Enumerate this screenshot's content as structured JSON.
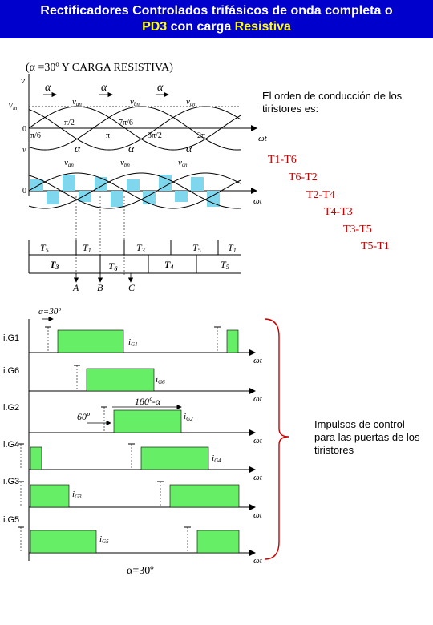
{
  "title": {
    "line1": "Rectificadores Controlados trifásicos de onda completa o",
    "line2_pre": "PD3",
    "line2_mid": " con carga ",
    "line2_post": "Resistiva"
  },
  "waveform": {
    "heading": "(α =30º Y  CARGA RESISTIVA)",
    "axis_v": "v",
    "vm_label": "V",
    "vm_sub": "m",
    "zero": "0",
    "wt": "ωt",
    "alpha": "α",
    "phase_top": [
      "v",
      "v",
      "v"
    ],
    "phase_top_sub": [
      "an",
      "bn",
      "cn"
    ],
    "phase_bottom": [
      "v",
      "v",
      "v"
    ],
    "phase_bottom_sub": [
      "an",
      "bn",
      "cn"
    ],
    "ticks": [
      "π/6",
      "π/2",
      "π",
      "7π/6",
      "3π/2",
      "2π"
    ]
  },
  "conduction": {
    "upper": [
      "T",
      "T",
      "T",
      "T",
      "T"
    ],
    "upper_sub": [
      "5",
      "1",
      "3",
      "5",
      "1"
    ],
    "lower": [
      "T",
      "T",
      "T",
      "T"
    ],
    "lower_sub": [
      "3",
      "6",
      "4",
      "5"
    ],
    "points": [
      "A",
      "B",
      "C"
    ],
    "alpha_label": "α=30º"
  },
  "pulses": {
    "rows": [
      "i.G1",
      "i.G6",
      "i.G2",
      "i.G4",
      "i.G3",
      "i.G5"
    ],
    "labels": [
      "i",
      "i",
      "i",
      "i",
      "i",
      "i"
    ],
    "labels_sub": [
      "G1",
      "G6",
      "G2",
      "G4",
      "G3",
      "G5"
    ],
    "angle_180": "180º-α",
    "angle_60": "60º",
    "alpha_bottom": "α=30º",
    "color": "#66ee66"
  },
  "notes": {
    "order": "El orden de conducción de los tiristores es:",
    "sequence": [
      "T1-T6",
      "T6-T2",
      "T2-T4",
      "T4-T3",
      "T3-T5",
      "T5-T1"
    ],
    "impulses": "Impulsos de control para las puertas de los tiristores"
  }
}
